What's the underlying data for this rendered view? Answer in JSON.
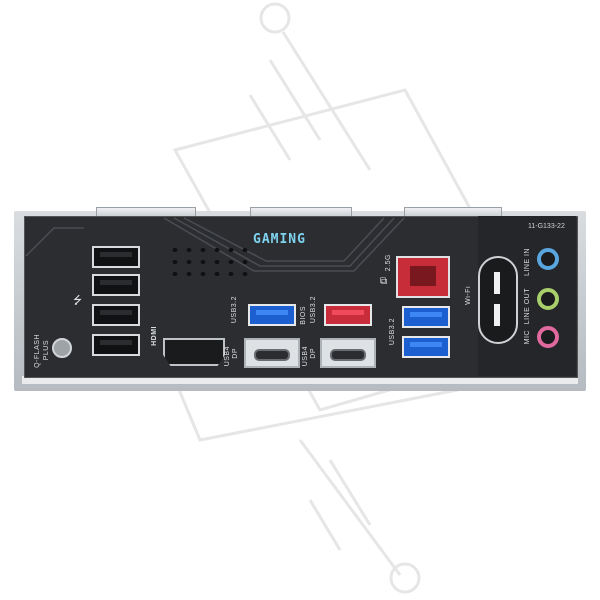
{
  "labels": {
    "brand_logo": "GAMING",
    "model_code": "11-G133-22",
    "qflash_line1": "Q-FLASH",
    "qflash_line2": "PLUS",
    "hdmi": "HDMI",
    "usb32_a": "USB3.2",
    "usb4_a": "USB4",
    "dp_a": "DP",
    "bios": "BIOS",
    "usb32_b": "USB3.2",
    "usb4_b": "USB4",
    "dp_b": "DP",
    "lan": "2.5G",
    "usb32_c": "USB3.2",
    "wifi": "Wi-Fi",
    "line_in": "LINE IN",
    "line_out": "LINE OUT",
    "mic": "MIC"
  },
  "colors": {
    "usb_blue": "#1b5fd0",
    "usb_red": "#c92d3c",
    "line_in": "#5aa7e0",
    "line_out": "#a8cf6a",
    "mic": "#e06aa0",
    "logo": "#7fd3f0"
  },
  "icons": [
    "usb-symbol-icon",
    "network-icon",
    "qflash-button-icon"
  ]
}
